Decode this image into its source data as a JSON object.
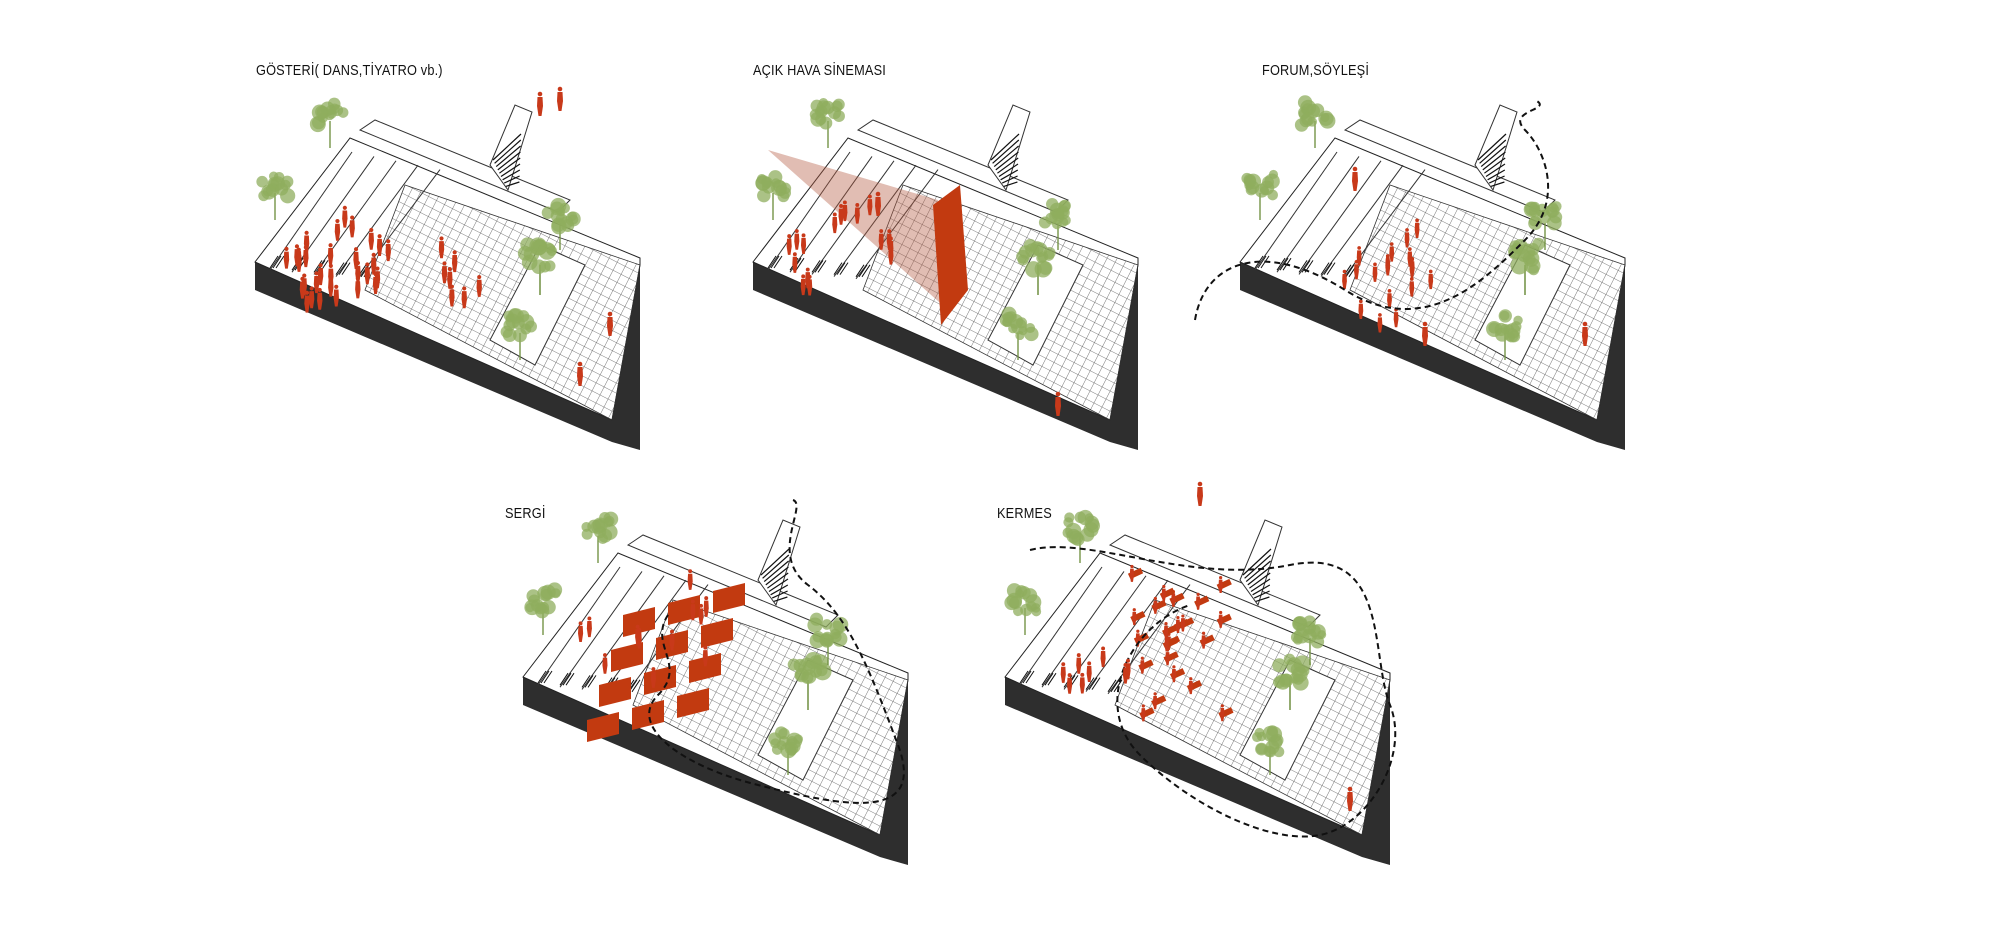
{
  "panels": [
    {
      "id": "gosteri",
      "title": "GÖSTERİ( DANS,TİYATRO vb.)"
    },
    {
      "id": "sinema",
      "title": "AÇIK HAVA SİNEMASI"
    },
    {
      "id": "forum",
      "title": "FORUM,SÖYLEŞİ"
    },
    {
      "id": "sergi",
      "title": "SERGİ"
    },
    {
      "id": "kermes",
      "title": "KERMES"
    }
  ],
  "colors": {
    "people": "#c8391a",
    "tree": "#8fae5e",
    "base": "#2e2e2e",
    "grid": "#555555",
    "screen": "#c23a10",
    "cone": "#b45a40"
  }
}
